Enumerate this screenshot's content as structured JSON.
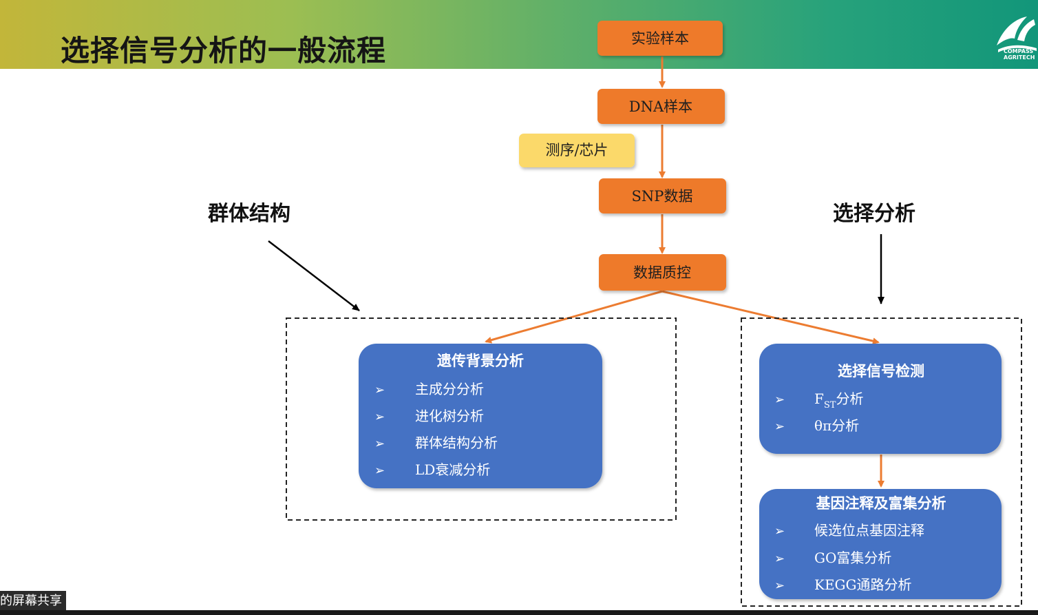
{
  "header": {
    "title": "选择信号分析的一般流程",
    "logo_text": "COMPASS\nAGRITECH"
  },
  "flow": {
    "sample": "实验样本",
    "dna": "DNA样本",
    "sequencing": "测序/芯片",
    "snp": "SNP数据",
    "qc": "数据质控"
  },
  "sections": {
    "population_label": "群体结构",
    "selection_label": "选择分析"
  },
  "genetic_panel": {
    "title": "遗传背景分析",
    "items": [
      "主成分分析",
      "进化树分析",
      "群体结构分析",
      "LD衰减分析"
    ]
  },
  "selection_panel": {
    "title": "选择信号检测",
    "fst_main": "F",
    "fst_sub": "ST",
    "fst_suffix": "分析",
    "theta_pi": "θπ分析"
  },
  "annotation_panel": {
    "title": "基因注释及富集分析",
    "items": [
      "候选位点基因注释",
      "GO富集分析",
      "KEGG通路分析"
    ]
  },
  "bullet_symbol": "➢",
  "overlay": {
    "share_label": "的屏幕共享"
  },
  "colors": {
    "orange": "#ee7a2c",
    "yellow": "#fbd96b",
    "blue": "#4472c4",
    "arrow_orange": "#ec7c31"
  }
}
